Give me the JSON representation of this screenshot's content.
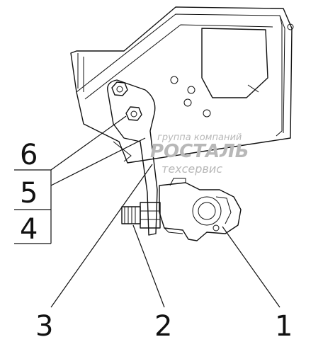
{
  "callouts": {
    "c1": "1",
    "c2": "2",
    "c3": "3",
    "c4": "4",
    "c5": "5",
    "c6": "6"
  },
  "watermark": {
    "line1": "группа компаний",
    "line2": "РОСТАЛЬ",
    "line3": "техсервис"
  },
  "colors": {
    "line": "#111111",
    "watermark": "#b8b8b8"
  }
}
